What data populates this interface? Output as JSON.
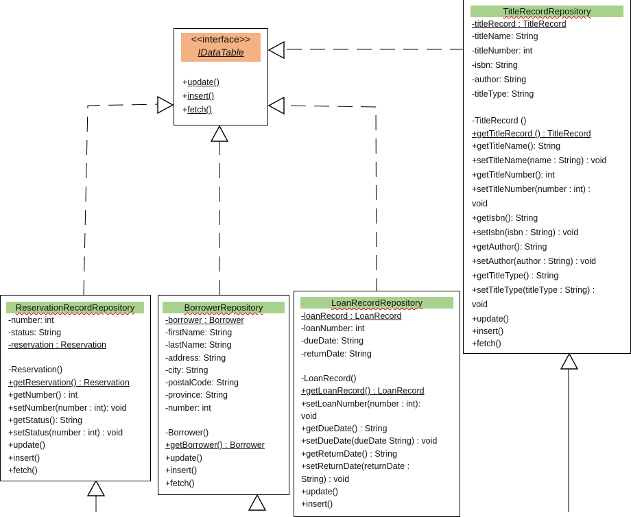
{
  "interface": {
    "stereotype": "<<interface>>",
    "name": "IDataTable",
    "methods": [
      "+update()",
      "+insert()",
      "+fetch()"
    ]
  },
  "title_record_repository": {
    "name": "TitleRecordRepository",
    "attributes": [
      "-titleRecord : TitleRecord",
      "-titleName: String",
      "-titleNumber: int",
      "-isbn: String",
      "-author: String",
      "-titleType: String"
    ],
    "methods": [
      "-TitleRecord ()",
      "+getTitleRecord () : TitleRecord",
      "+getTitleName(): String",
      "+setTitleName(name : String) : void",
      "+getTitleNumber(): int",
      "+setTitleNumber(number : int) :",
      "void",
      "+getIsbn(): String",
      "+setIsbn(isbn : String) : void",
      "+getAuthor(): String",
      "+setAuthor(author : String) : void",
      "+getTitleType() : String",
      "+setTitleType(titleType : String) :",
      "void",
      "+update()",
      "+insert()",
      "+fetch()"
    ]
  },
  "reservation_record_repository": {
    "name": "ReservationRecordRepository",
    "attributes": [
      "-number: int",
      "-status: String",
      "-reservation : Reservation"
    ],
    "methods": [
      "-Reservation()",
      "+getReservation() : Reservation",
      "+getNumber() : int",
      "+setNumber(number : int): void",
      "+getStatus(): String",
      "+setStatus(number : int) : void",
      "+update()",
      "+insert()",
      "+fetch()"
    ]
  },
  "borrower_repository": {
    "name": "BorrowerRepository",
    "attributes": [
      "-borrower : Borrower",
      "-firstName: String",
      "-lastName: String",
      "-address: String",
      "-city: String",
      "-postalCode: String",
      "-province: String",
      "-number: int"
    ],
    "methods": [
      "-Borrower()",
      "+getBorrower() :  Borrower",
      "+update()",
      "+insert()",
      "+fetch()"
    ]
  },
  "loan_record_repository": {
    "name": "LoanRecordRepository",
    "attributes": [
      "-loanRecord : LoanRecord",
      "-loanNumber: int",
      "-dueDate: String",
      "-returnDate: String"
    ],
    "methods": [
      "-LoanRecord()",
      "+getLoanRecord() : LoanRecord",
      "+setLoanNumber(number : int):",
      "void",
      "+getDueDate() : String",
      "+setDueDate(dueDate String) : void",
      "+getReturnDate() : String",
      "+setReturnDate(returnDate :",
      "String) : void",
      "+update()",
      "+insert()"
    ]
  }
}
